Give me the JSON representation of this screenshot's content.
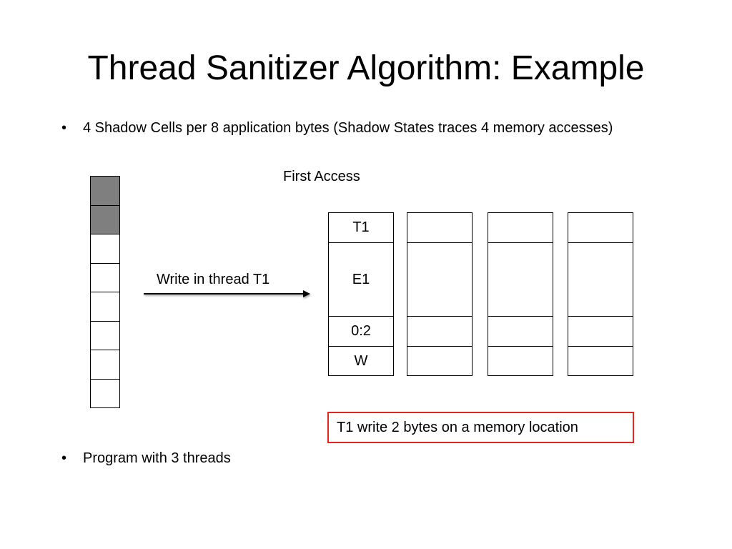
{
  "title": "Thread Sanitizer Algorithm: Example",
  "bullets": [
    "4 Shadow Cells per 8 application bytes (Shadow States traces 4 memory accesses)",
    "Program with 3 threads"
  ],
  "diagram": {
    "first_access_label": "First Access",
    "write_label": "Write in thread T1",
    "application_bytes": {
      "count": 8,
      "accessed": [
        true,
        true,
        false,
        false,
        false,
        false,
        false,
        false
      ],
      "accessed_color": "#7f7f7f"
    },
    "shadow_cells": [
      {
        "tid": "T1",
        "epoch": "E1",
        "pos": "0:2",
        "rw": "W"
      },
      {
        "tid": "",
        "epoch": "",
        "pos": "",
        "rw": ""
      },
      {
        "tid": "",
        "epoch": "",
        "pos": "",
        "rw": ""
      },
      {
        "tid": "",
        "epoch": "",
        "pos": "",
        "rw": ""
      }
    ],
    "callout": "T1 write 2 bytes on a memory location",
    "callout_color": "#e32420"
  }
}
